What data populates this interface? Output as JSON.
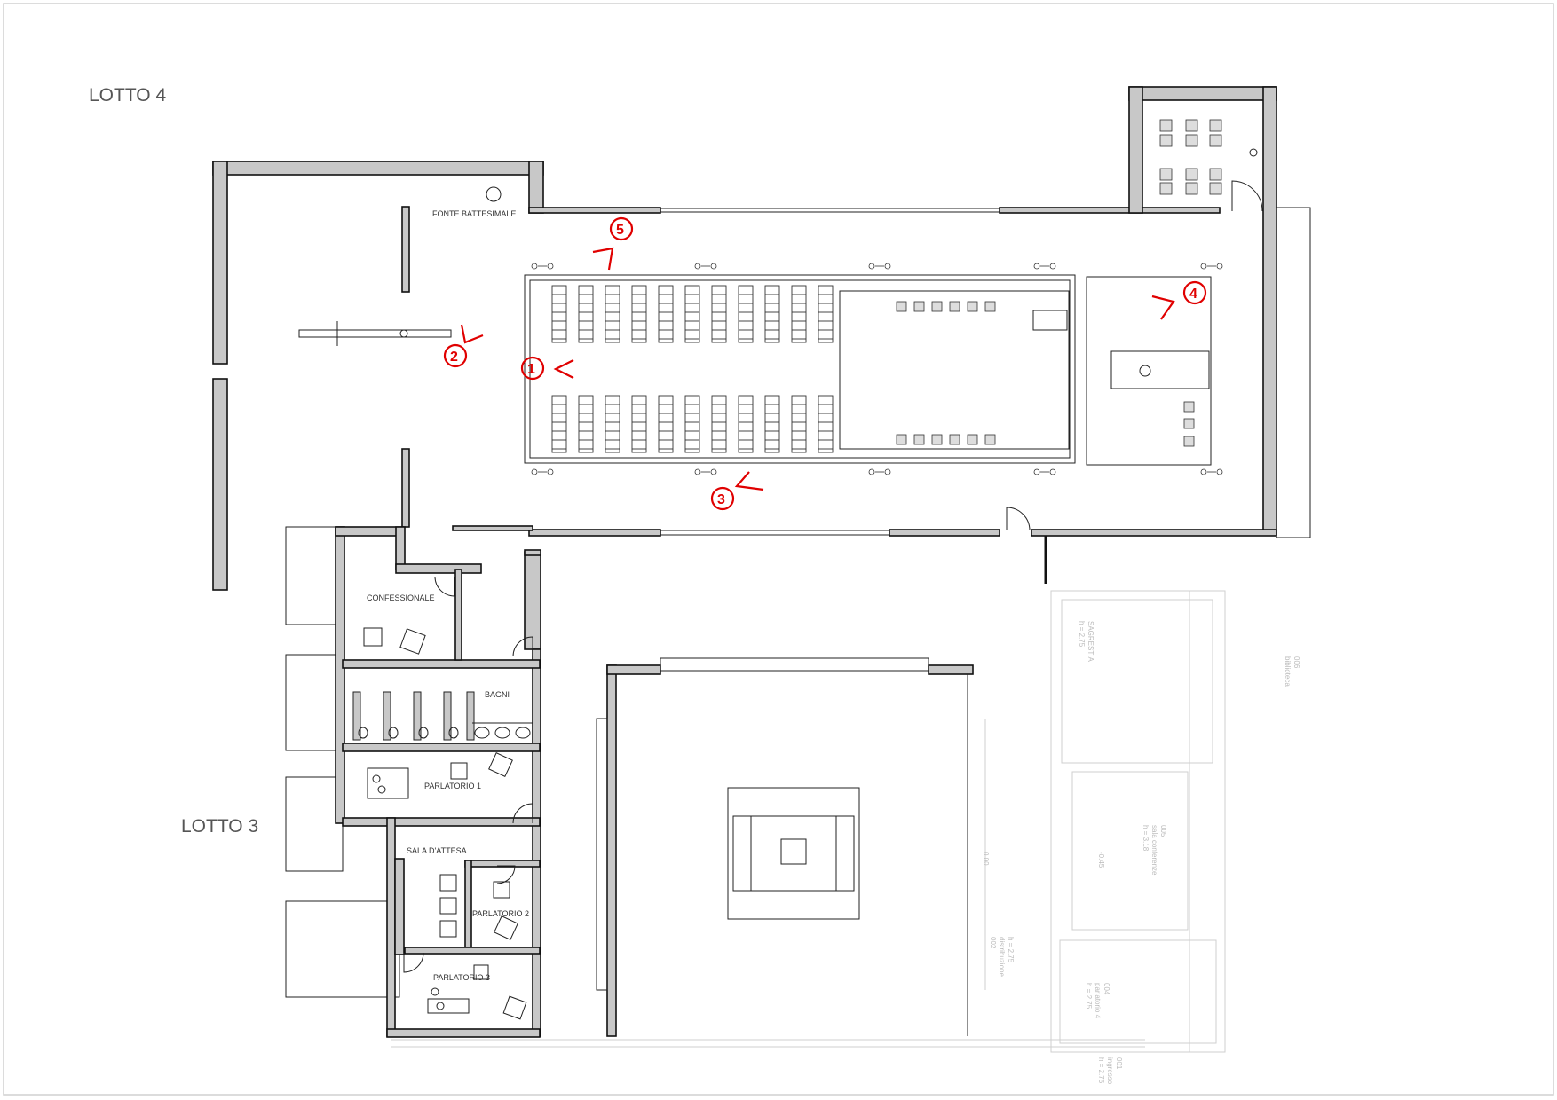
{
  "lots": {
    "lot4": "LOTTO 4",
    "lot3": "LOTTO 3"
  },
  "rooms": {
    "fonte_battesimale": "FONTE BATTESIMALE",
    "confessionale": "CONFESSIONALE",
    "bagni": "BAGNI",
    "parlatorio_1": "PARLATORIO 1",
    "sala_attesa": "SALA D'ATTESA",
    "parlatorio_2": "PARLATORIO 2",
    "parlatorio_3": "PARLATORIO 3"
  },
  "faint_labels": {
    "sagrestia": "SAGRESTIA",
    "sagrestia_h": "h = 2.75",
    "sala_conferenze": "sala conferenze",
    "sala_conferenze_h": "h = 3.18",
    "parlatorio_4": "parlatorio 4",
    "parlatorio_4_h": "h = 2.75",
    "distribuzione": "distribuzione",
    "distribuzione_h": "h = 2.75",
    "ingresso": "ingresso",
    "ingresso_h": "h = 2.75",
    "level_1": "-0.45",
    "level_2": "0.00",
    "biblioteca": "biblioteca",
    "code_001": "001",
    "code_002": "002",
    "code_004": "004",
    "code_005": "005",
    "code_006": "006"
  },
  "view_markers": [
    "1",
    "2",
    "3",
    "4",
    "5"
  ],
  "colors": {
    "marker": "#e00000",
    "wall_fill": "#c8c8c8",
    "line": "#111111",
    "ghost": "#cfcfcf"
  }
}
